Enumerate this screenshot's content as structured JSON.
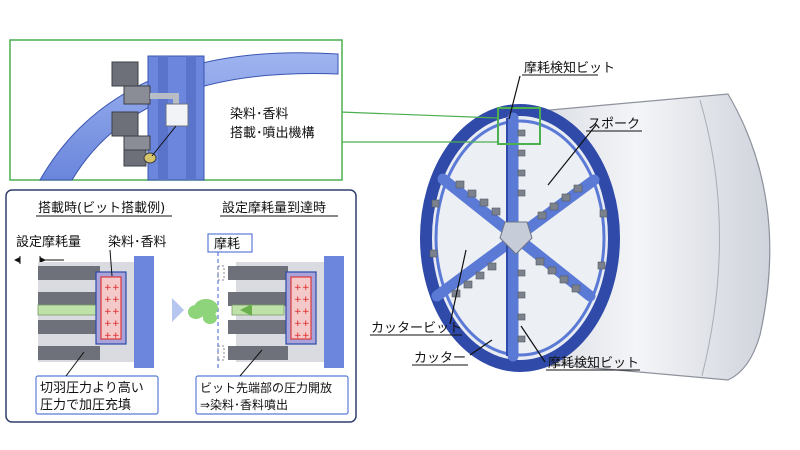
{
  "diagram": {
    "labels": {
      "wear_detection_bit_top": "摩耗検知ビット",
      "spoke": "スポーク",
      "cutter_bit": "カッタービット",
      "cutter": "カッター",
      "wear_detection_bit_bottom": "摩耗検知ビット"
    },
    "zoom_panel": {
      "line1": "染料･香料",
      "line2": "搭載･噴出機構"
    },
    "process_panel": {
      "left_title": "搭載時(ビット搭載例)",
      "right_title": "設定摩耗量到達時",
      "set_wear_amount": "設定摩耗量",
      "dye_fragrance": "染料･香料",
      "wear": "摩耗",
      "left_note_line1": "切羽圧力より高い",
      "left_note_line2": "圧力で加圧充填",
      "right_note_line1": "ビット先端部の圧力開放",
      "right_note_line2": "⇒染料･香料噴出"
    },
    "colors": {
      "green_frame": "#4caf50",
      "navy_frame": "#2f3f6e",
      "steel_blue": "#5b7ad6",
      "red_marks": "#e02020",
      "dye_green": "#8ed47a"
    }
  }
}
